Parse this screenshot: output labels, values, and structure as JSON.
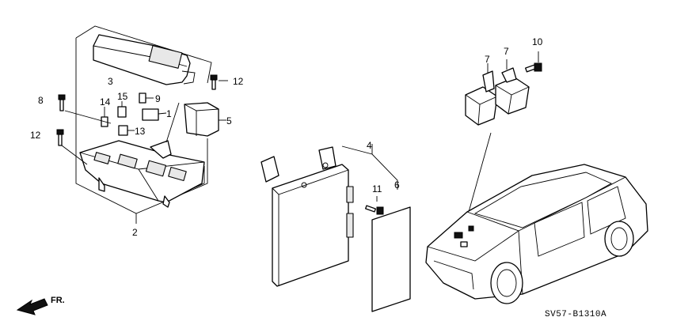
{
  "diagram": {
    "code": "SV57-B1310A",
    "direction_label": "FR.",
    "callouts": {
      "c1": "1",
      "c2": "2",
      "c3": "3",
      "c4": "4",
      "c5": "5",
      "c6": "6",
      "c7a": "7",
      "c7b": "7",
      "c8": "8",
      "c9": "9",
      "c10": "10",
      "c11": "11",
      "c12a": "12",
      "c12b": "12",
      "c13": "13",
      "c14": "14",
      "c15": "15"
    }
  }
}
